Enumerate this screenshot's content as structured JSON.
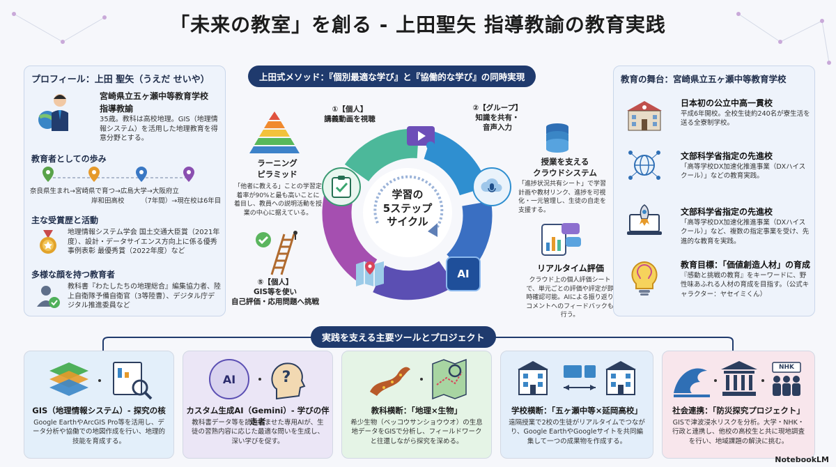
{
  "title": "「未来の教室」を創る - 上田聖矢 指導教諭の教育実践",
  "left": {
    "header": "プロフィール：上田 聖矢（うえだ せいや）",
    "school": "宮崎県立五ヶ瀬中等教育学校",
    "role": "指導教諭",
    "desc": "35歳。教科は高校地理。GIS（地理情報システム）を活用した地理教育を得意分野とする。",
    "career_title": "教育者としての歩み",
    "career": [
      "奈良県生まれ→宮崎県で育つ→広島大学→大阪府立",
      "岸和田高校　　　（7年間）→現在校は6年目"
    ],
    "awards_title": "主な受賞歴と活動",
    "awards": "地理情報システム学会 国土交通大臣賞（2021年度）、設計・データサイエンス方向上に係る優秀事例表彰 最優秀賞（2022年度）など",
    "faces_title": "多様な顔を持つ教育者",
    "faces": "教科書『わたしたちの地理総合』編集協力者、陸上自衛隊予備自衛官（3等陸曹）、デジタル庁デジタル推進委員など"
  },
  "center": {
    "header": "上田式メソッド：『個別最適な学び』と『協働的な学び』の同時実現",
    "cycle_title": "学習の\n5ステップ\nサイクル",
    "step1": "①【個人】\n講義動画を視聴",
    "step2": "②【グループ】\n知識を共有・\n音声入力",
    "step5": "⑤【個人】\nGIS等を使い\n自己評価・応用問題へ挑戦",
    "pyramid_title": "ラーニング\nピラミッド",
    "pyramid_desc": "「他者に教える」ことの学習定着率が90%と最も高いことに着目し、教員への説明活動を授業の中心に据えている。",
    "cloud_title": "授業を支える\nクラウドシステム",
    "cloud_desc": "「進捗状況共有シート」で学習計画や教材リンク、進捗を可視化・一元管理し、生徒の自走を支援する。",
    "realtime_title": "リアルタイム評価",
    "realtime_desc": "クラウド上の個人評価シートで、単元ごとの評価や評定が即時確認可能。AIによる振り返りコメントへのフィードバックも行う。",
    "ai_label": "AI"
  },
  "right": {
    "header": "教育の舞台：宮崎県立五ヶ瀬中等教育学校",
    "items": [
      {
        "title": "日本初の公立中高一貫校",
        "desc": "平成6年開校。全校生徒約240名が寮生活を送る全寮制学校。"
      },
      {
        "title": "文部科学省指定の先進校",
        "desc": "「高等学校DX加速化推進事業（DXハイスクール）」などの教育実践。"
      },
      {
        "title": "文部科学省指定の先進校",
        "desc": "「高等学校DX加速化推進事業（DXハイスクール）」など、複数の指定事業を受け、先進的な教育を実践。"
      },
      {
        "title": "教育目標：「価値創造人材」の育成",
        "desc": "『感動と挑戦の教育』をキーワードに、野性味あふれる人材の育成を目指す。（公式キャラクター：ヤセイミくん）"
      }
    ]
  },
  "bottom": {
    "header": "実践を支える主要ツールとプロジェクト",
    "cards": [
      {
        "title": "GIS（地理情報システム）- 探究の核",
        "desc": "Google EarthやArcGIS Pro等を活用し、データ分析や協働での地図作成を行い、地理的技能を育成する。",
        "color": "#e3effa"
      },
      {
        "title": "カスタム生成AI（Gemini）- 学びの伴走者",
        "desc": "教科書データ等を読み込ませた専用AIが、生徒の習熟内容に応じた最適な問いを生成し、深い学びを促す。",
        "color": "#ebe6f6"
      },
      {
        "title": "教科横断：「地理×生物」",
        "desc": "希少生物（ベッコウサンショウウオ）の生息地データをGISで分析し、フィールドワークと往還しながら探究を深める。",
        "color": "#e5f4e6"
      },
      {
        "title": "学校横断：「五ヶ瀬中等×延岡高校」",
        "desc": "遠隔授業で2校の生徒がリアルタイムでつながり、Google EarthやGoogleサイトを共同編集して一つの成果物を作成する。",
        "color": "#e3eefa"
      },
      {
        "title": "社会連携：「防災探究プロジェクト」",
        "desc": "GISで津波浸水リスクを分析。大学・NHK・行政と連携し、他校の高校生と共に現地調査を行い、地域課題の解決に挑む。",
        "color": "#f8e6ec"
      }
    ],
    "ai_badge": "AI",
    "nhk_badge": "NHK"
  },
  "brand": "NotebookLM"
}
